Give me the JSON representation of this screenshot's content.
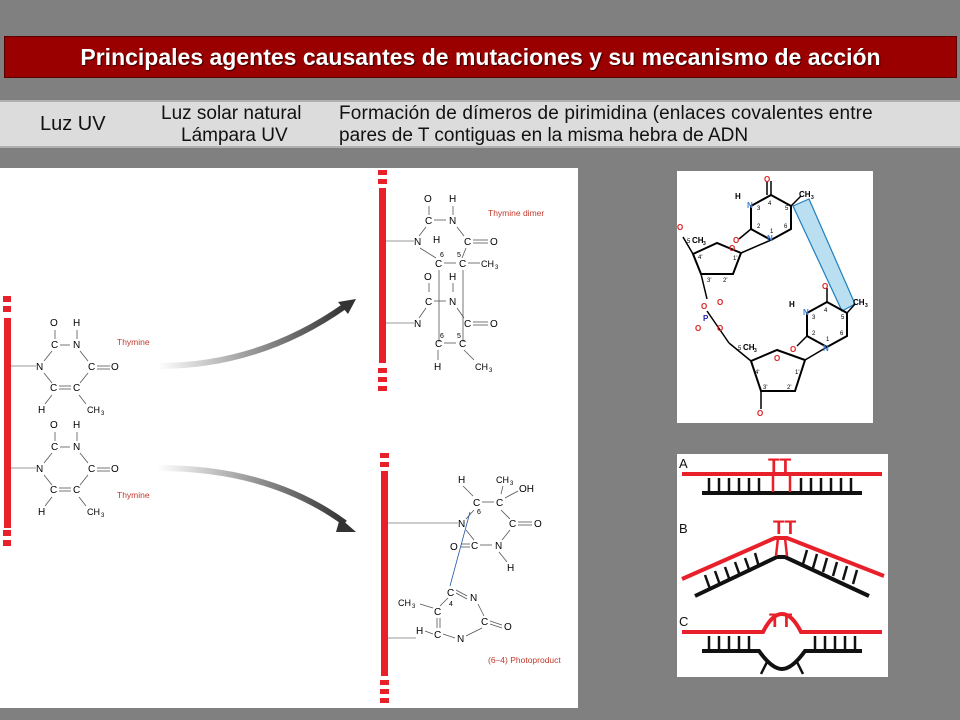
{
  "header": {
    "title": "Principales agentes causantes de mutaciones y su mecanismo de acción"
  },
  "table": {
    "agent": "Luz UV",
    "sources": [
      "Luz solar natural",
      "Lámpara UV"
    ],
    "mechanism": [
      "Formación de dímeros de pirimidina (enlaces covalentes entre",
      "pares de T contiguas en la misma hebra de ADN"
    ]
  },
  "left_diagram": {
    "label_thymine": "Thymine",
    "label_dimer": "Thymine dimer",
    "label_photoproduct": "(6–4) Photoproduct"
  },
  "atoms": {
    "C": "C",
    "N": "N",
    "O": "O",
    "H": "H",
    "CH3": "CH",
    "sub3": "3",
    "OH": "OH",
    "P": "P",
    "n1": "1",
    "n2": "2",
    "n3": "3",
    "n4": "4",
    "n5": "5",
    "n6": "6",
    "p1": "1'",
    "p2": "2'",
    "p3": "3'",
    "p4": "4'",
    "p5": "5"
  },
  "right_diagram": {
    "labels": [
      "A",
      "B",
      "C"
    ],
    "tt": "TT"
  },
  "colors": {
    "accent_red": "#e8202a",
    "title_bg": "#9a0000",
    "label_orange": "#c0392b"
  }
}
